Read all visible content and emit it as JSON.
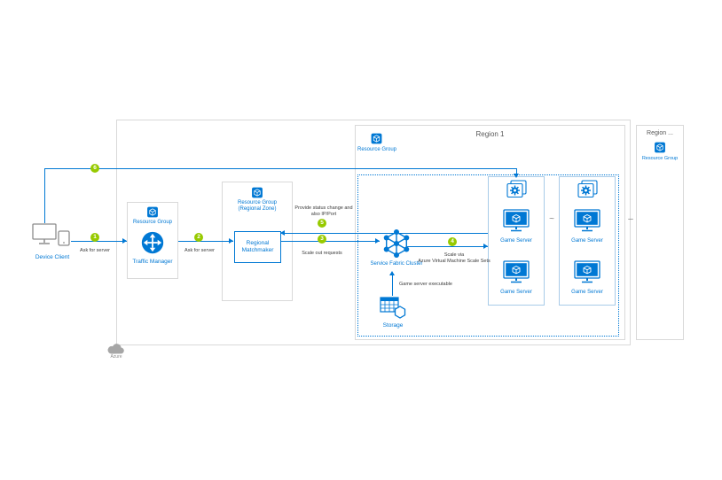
{
  "colors": {
    "accent": "#0078d4",
    "badge": "#97ca00",
    "box_border": "#d9d9d9"
  },
  "azure": {
    "label": "Azure"
  },
  "device_client": {
    "label": "Device Client"
  },
  "traffic_manager": {
    "rg_label": "Resource Group",
    "label": "Traffic Manager"
  },
  "regional_zone": {
    "rg_line1": "Resource Group",
    "rg_line2": "(Regional Zone)",
    "matchmaker_line1": "Regional",
    "matchmaker_line2": "Matchmaker"
  },
  "region1": {
    "title": "Region 1",
    "rg_label": "Resource Group"
  },
  "region_more": {
    "title": "Region ...",
    "rg_label": "Resource Group"
  },
  "service_fabric": {
    "label": "Service Fabric Cluster"
  },
  "storage": {
    "label": "Storage",
    "annotation": "Game server executable"
  },
  "game_servers": {
    "labels": [
      "Game Server",
      "Game Server",
      "Game Server",
      "Game Server"
    ]
  },
  "separators": {
    "between_scale_sets": "~",
    "between_regions": "–"
  },
  "steps": {
    "s1": {
      "n": "1",
      "text": "Ask for server"
    },
    "s2": {
      "n": "2",
      "text": "Ask for server"
    },
    "s3": {
      "n": "3",
      "text": "Scale out requests"
    },
    "s4": {
      "n": "4",
      "line1": "Scale via",
      "line2": "Azure Virtual Machine Scale Sets"
    },
    "s5": {
      "n": "5",
      "line1": "Provide status change and",
      "line2": "also IP/Port"
    },
    "s6": {
      "n": "6"
    }
  }
}
